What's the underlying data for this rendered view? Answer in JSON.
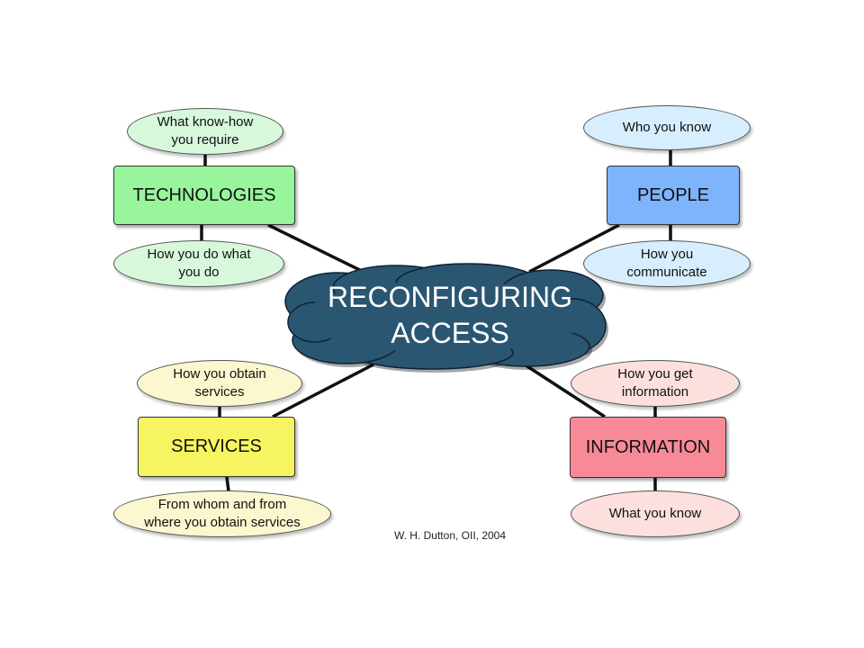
{
  "colors": {
    "center_fill": "#2b5672",
    "technologies": "#98f59c",
    "technologies_bubble": "#d8f8dc",
    "people": "#7eb4fc",
    "people_bubble": "#d6eefd",
    "services": "#f6f460",
    "services_bubble": "#fbf8cf",
    "information": "#f88a98",
    "information_bubble": "#fde0de"
  },
  "center": {
    "label": "RECONFIGURING\nACCESS"
  },
  "technologies": {
    "label": "TECHNOLOGIES",
    "top_bubble": "What know-how\nyou require",
    "bottom_bubble": "How you do what\nyou do"
  },
  "people": {
    "label": "PEOPLE",
    "top_bubble": "Who you know",
    "bottom_bubble": "How you\ncommunicate"
  },
  "services": {
    "label": "SERVICES",
    "top_bubble": "How you obtain\nservices",
    "bottom_bubble": "From whom and from\nwhere you obtain services"
  },
  "information": {
    "label": "INFORMATION",
    "top_bubble": "How you get\ninformation",
    "bottom_bubble": "What you know"
  },
  "credit": "W. H. Dutton, OII, 2004"
}
